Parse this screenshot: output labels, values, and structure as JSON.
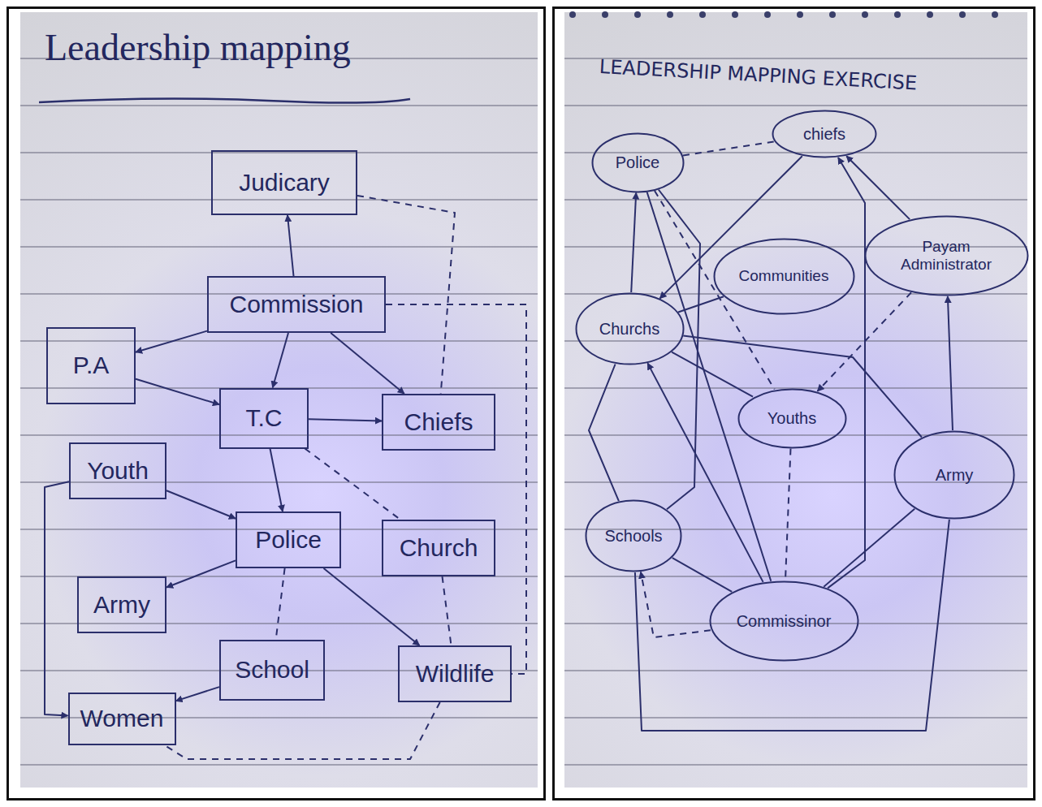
{
  "diagram": {
    "title": "Leadership mapping",
    "nodes": [
      {
        "text": [
          "Judicary"
        ]
      },
      {
        "text": [
          "Commission"
        ]
      },
      {
        "text": [
          "P.A"
        ]
      },
      {
        "text": [
          "T.C"
        ]
      },
      {
        "text": [
          "Chiefs"
        ]
      },
      {
        "text": [
          "Youth"
        ]
      },
      {
        "text": [
          "Police"
        ]
      },
      {
        "text": [
          "Church"
        ]
      },
      {
        "text": [
          "Army"
        ]
      },
      {
        "text": [
          "School"
        ]
      },
      {
        "text": [
          "Wildlife"
        ]
      },
      {
        "text": [
          "Women"
        ]
      },
      {
        "text": [
          "Police"
        ]
      },
      {
        "text": [
          "chiefs"
        ]
      },
      {
        "text": [
          "Communities"
        ]
      },
      {
        "text": [
          "Payam Administrator"
        ]
      },
      {
        "text": [
          "Churchs"
        ]
      },
      {
        "text": [
          "Youths"
        ]
      },
      {
        "text": [
          "Army"
        ]
      },
      {
        "text": [
          "Schools"
        ]
      },
      {
        "text": [
          "Commissinor"
        ]
      }
    ],
    "edges": [
      {
        "from": 1,
        "to": 0,
        "arrow": "to"
      },
      {
        "from": 1,
        "to": 2,
        "arrow": "to"
      },
      {
        "from": 2,
        "to": 3,
        "arrow": "to"
      },
      {
        "from": 1,
        "to": 3,
        "arrow": "to"
      },
      {
        "from": 1,
        "to": 4,
        "arrow": "to"
      },
      {
        "from": 3,
        "to": 4,
        "arrow": "to"
      },
      {
        "from": 3,
        "to": 6,
        "arrow": "to"
      },
      {
        "from": 3,
        "to": 7,
        "arrow": "none"
      },
      {
        "from": 0,
        "to": 4,
        "arrow": "none"
      },
      {
        "from": 1,
        "to": 10,
        "arrow": "none"
      },
      {
        "from": 10,
        "to": 11,
        "arrow": "none"
      },
      {
        "from": 5,
        "to": 6,
        "arrow": "to"
      },
      {
        "from": 5,
        "to": 11,
        "arrow": "to"
      },
      {
        "from": 6,
        "to": 8,
        "arrow": "to"
      },
      {
        "from": 6,
        "to": 10,
        "arrow": "to"
      },
      {
        "from": 6,
        "to": 9,
        "arrow": "none"
      },
      {
        "from": 7,
        "to": 10,
        "arrow": "none"
      },
      {
        "from": 9,
        "to": 11,
        "arrow": "to"
      },
      {
        "from": 12,
        "to": 13,
        "arrow": "none"
      },
      {
        "from": 16,
        "to": 12,
        "arrow": "to"
      },
      {
        "from": 13,
        "to": 16,
        "arrow": "to"
      },
      {
        "from": 14,
        "to": 16,
        "arrow": "none"
      },
      {
        "from": 16,
        "to": 19,
        "arrow": "none"
      },
      {
        "from": 16,
        "to": 18,
        "arrow": "none"
      },
      {
        "from": 16,
        "to": 17,
        "arrow": "none"
      },
      {
        "from": 12,
        "to": 19,
        "arrow": "none"
      },
      {
        "from": 12,
        "to": 17,
        "arrow": "none"
      },
      {
        "from": 12,
        "to": 20,
        "arrow": "none"
      },
      {
        "from": 15,
        "to": 13,
        "arrow": "to"
      },
      {
        "from": 15,
        "to": 17,
        "arrow": "to"
      },
      {
        "from": 17,
        "to": 20,
        "arrow": "none"
      },
      {
        "from": 20,
        "to": 13,
        "arrow": "to"
      },
      {
        "from": 20,
        "to": 16,
        "arrow": "to"
      },
      {
        "from": 20,
        "to": 19,
        "arrow": "none"
      },
      {
        "from": 20,
        "to": 18,
        "arrow": "none"
      },
      {
        "from": 18,
        "to": 15,
        "arrow": "to"
      },
      {
        "from": 19,
        "to": 18,
        "arrow": "none"
      },
      {
        "from": 20,
        "to": 19,
        "arrow": "to"
      }
    ],
    "labels": [
      "LEADERSHIP MAPPING EXERCISE"
    ]
  }
}
